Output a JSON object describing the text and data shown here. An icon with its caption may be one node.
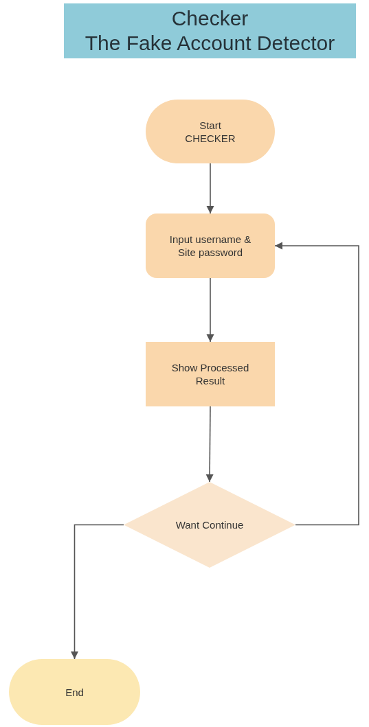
{
  "diagram": {
    "title": "Checker The Fake Account Detector",
    "nodes": [
      {
        "text": [
          "Start CHECKER"
        ]
      },
      {
        "text": [
          "Input username & Site password"
        ]
      },
      {
        "text": [
          "Show Processed Result"
        ]
      },
      {
        "text": [
          "Want Continue"
        ]
      },
      {
        "text": [
          "End"
        ]
      }
    ],
    "edges": [
      {
        "from": 0,
        "to": 1,
        "arrow": "to"
      },
      {
        "from": 1,
        "to": 2,
        "arrow": "to"
      },
      {
        "from": 2,
        "to": 3,
        "arrow": "to"
      },
      {
        "from": 3,
        "to": 4,
        "arrow": "to"
      },
      {
        "from": 3,
        "to": 1,
        "arrow": "to"
      }
    ]
  }
}
